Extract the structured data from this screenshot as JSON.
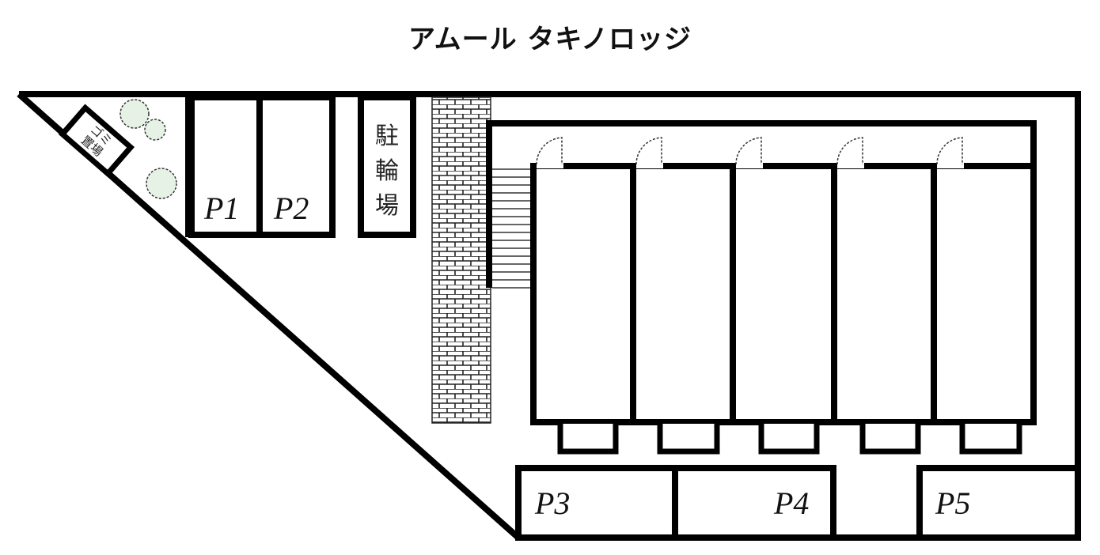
{
  "title": "アムール タキノロッジ",
  "site_plan": {
    "parking": [
      {
        "id": "P1",
        "label": "P1"
      },
      {
        "id": "P2",
        "label": "P2"
      },
      {
        "id": "P3",
        "label": "P3"
      },
      {
        "id": "P4",
        "label": "P4"
      },
      {
        "id": "P5",
        "label": "P5"
      }
    ],
    "bicycle_parking": {
      "label_chars": [
        "駐",
        "輪",
        "場"
      ]
    },
    "garbage_area": {
      "label_line1": "ゴミ",
      "label_line2": "置場"
    },
    "units_count": 5,
    "colors": {
      "line": "#000000",
      "tree": "#d8ecd8",
      "background": "#ffffff"
    }
  }
}
